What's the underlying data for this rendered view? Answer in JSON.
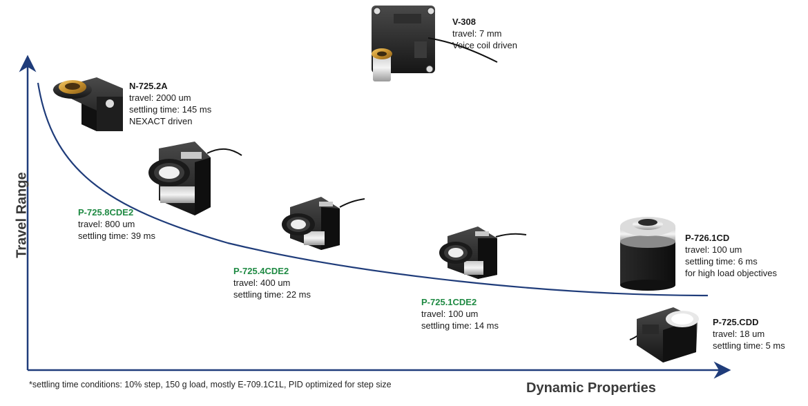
{
  "axes": {
    "y_title": "Travel Range",
    "x_title": "Dynamic Properties"
  },
  "footnote": "*settling time conditions: 10% step, 150 g load, mostly E-709.1C1L, PID optimized for step size",
  "products": [
    {
      "name": "V-308",
      "lines": [
        "travel: 7 mm",
        "Voice coil driven"
      ],
      "highlight": false
    },
    {
      "name": "N-725.2A",
      "lines": [
        "travel: 2000 um",
        "settling time: 145 ms",
        "NEXACT driven"
      ],
      "highlight": false
    },
    {
      "name": "P-725.8CDE2",
      "lines": [
        "travel: 800 um",
        "settling time: 39 ms"
      ],
      "highlight": true
    },
    {
      "name": "P-725.4CDE2",
      "lines": [
        "travel: 400 um",
        "settling time: 22 ms"
      ],
      "highlight": true
    },
    {
      "name": "P-725.1CDE2",
      "lines": [
        "travel: 100 um",
        "settling time: 14 ms"
      ],
      "highlight": true
    },
    {
      "name": "P-726.1CD",
      "lines": [
        "travel: 100 um",
        "settling time: 6 ms",
        "for high load objectives"
      ],
      "highlight": false
    },
    {
      "name": "P-725.CDD",
      "lines": [
        "travel: 18 um",
        "settling time: 5 ms"
      ],
      "highlight": false
    }
  ],
  "colors": {
    "axis": "#1f3c7a",
    "curve": "#1f3c7a",
    "highlight_name": "#1f8a43"
  }
}
